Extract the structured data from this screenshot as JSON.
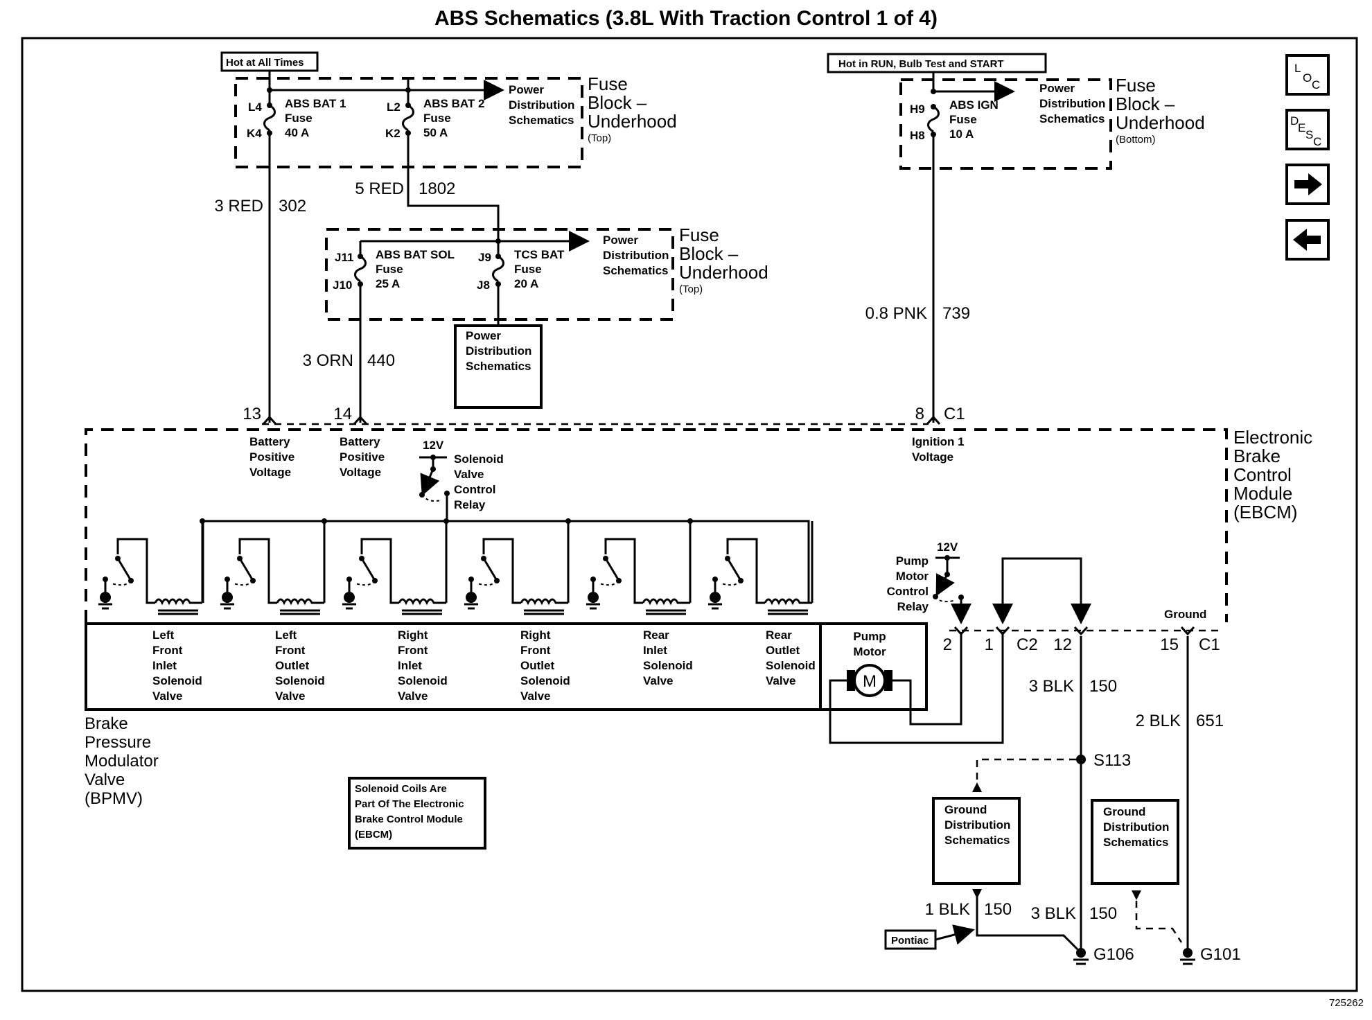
{
  "title": "ABS Schematics (3.8L With Traction Control 1 of 4)",
  "figure_id": "725262",
  "nav_buttons": [
    {
      "name": "loc",
      "label": "LOC",
      "icon": "loc-icon"
    },
    {
      "name": "desc",
      "label": "DESC",
      "icon": "desc-icon"
    },
    {
      "name": "next",
      "label": "→",
      "icon": "arrow-right-icon"
    },
    {
      "name": "prev",
      "label": "←",
      "icon": "arrow-left-icon"
    }
  ],
  "power_labels": {
    "hot_all_times": "Hot at All Times",
    "hot_run": "Hot in RUN, Bulb Test and START"
  },
  "fuse_blocks": {
    "top_left": {
      "name_lines": [
        "Fuse",
        "Block –",
        "Underhood"
      ],
      "location": "(Top)",
      "ref_lines": [
        "Power",
        "Distribution",
        "Schematics"
      ],
      "fuses": [
        {
          "in_pin": "L4",
          "out_pin": "K4",
          "lines": [
            "ABS BAT 1",
            "Fuse",
            "40 A"
          ]
        },
        {
          "in_pin": "L2",
          "out_pin": "K2",
          "lines": [
            "ABS BAT 2",
            "Fuse",
            "50 A"
          ]
        }
      ]
    },
    "middle": {
      "name_lines": [
        "Fuse",
        "Block –",
        "Underhood"
      ],
      "location": "(Top)",
      "ref_lines": [
        "Power",
        "Distribution",
        "Schematics"
      ],
      "fuses": [
        {
          "in_pin": "J11",
          "out_pin": "J10",
          "lines": [
            "ABS BAT SOL",
            "Fuse",
            "25 A"
          ]
        },
        {
          "in_pin": "J9",
          "out_pin": "J8",
          "lines": [
            "TCS BAT",
            "Fuse",
            "20 A"
          ]
        }
      ]
    },
    "top_right": {
      "name_lines": [
        "Fuse",
        "Block –",
        "Underhood"
      ],
      "location": "(Bottom)",
      "ref_lines": [
        "Power",
        "Distribution",
        "Schematics"
      ],
      "fuses": [
        {
          "in_pin": "H9",
          "out_pin": "H8",
          "lines": [
            "ABS IGN",
            "Fuse",
            "10 A"
          ]
        }
      ]
    }
  },
  "wires": {
    "w302": {
      "gauge_color": "3 RED",
      "circuit": "302"
    },
    "w1802": {
      "gauge_color": "5 RED",
      "circuit": "1802"
    },
    "w440": {
      "gauge_color": "3 ORN",
      "circuit": "440"
    },
    "w739": {
      "gauge_color": "0.8 PNK",
      "circuit": "739"
    },
    "w150a": {
      "gauge_color": "3 BLK",
      "circuit": "150"
    },
    "w651": {
      "gauge_color": "2 BLK",
      "circuit": "651"
    },
    "w150b": {
      "gauge_color": "1 BLK",
      "circuit": "150"
    },
    "w150c": {
      "gauge_color": "3 BLK",
      "circuit": "150"
    }
  },
  "power_dist_box": [
    "Power",
    "Distribution",
    "Schematics"
  ],
  "ebcm": {
    "name_lines": [
      "Electronic",
      "Brake",
      "Control",
      "Module",
      "(EBCM)"
    ],
    "pins": {
      "p13": "13",
      "p14": "14",
      "p8": "8",
      "c1_top": "C1",
      "p2": "2",
      "p1": "1",
      "c2": "C2",
      "p12": "12",
      "p15": "15",
      "c1_bottom": "C1"
    },
    "inputs": {
      "bat1": [
        "Battery",
        "Positive",
        "Voltage"
      ],
      "bat2": [
        "Battery",
        "Positive",
        "Voltage"
      ],
      "ign": [
        "Ignition 1",
        "Voltage"
      ]
    },
    "solenoid_relay": {
      "voltage": "12V",
      "lines": [
        "Solenoid",
        "Valve",
        "Control",
        "Relay"
      ]
    },
    "pump_relay": {
      "voltage": "12V",
      "lines": [
        "Pump",
        "Motor",
        "Control",
        "Relay"
      ]
    },
    "ground_label": "Ground"
  },
  "bpmv": {
    "name_lines": [
      "Brake",
      "Pressure",
      "Modulator",
      "Valve",
      "(BPMV)"
    ],
    "valves": [
      [
        "Left",
        "Front",
        "Inlet",
        "Solenoid",
        "Valve"
      ],
      [
        "Left",
        "Front",
        "Outlet",
        "Solenoid",
        "Valve"
      ],
      [
        "Right",
        "Front",
        "Inlet",
        "Solenoid",
        "Valve"
      ],
      [
        "Right",
        "Front",
        "Outlet",
        "Solenoid",
        "Valve"
      ],
      [
        "Rear",
        "Inlet",
        "Solenoid",
        "Valve"
      ],
      [
        "Rear",
        "Outlet",
        "Solenoid",
        "Valve"
      ]
    ],
    "pump_motor": {
      "lines": [
        "Pump",
        "Motor"
      ],
      "symbol": "M"
    }
  },
  "note": [
    "Solenoid Coils Are",
    "Part Of The Electronic",
    "Brake Control Module",
    "(EBCM)"
  ],
  "splice": "S113",
  "grounds": {
    "g106": "G106",
    "g101": "G101"
  },
  "ground_dist_boxes": [
    [
      "Ground",
      "Distribution",
      "Schematics"
    ],
    [
      "Ground",
      "Distribution",
      "Schematics"
    ]
  ],
  "pontiac_label": "Pontiac"
}
